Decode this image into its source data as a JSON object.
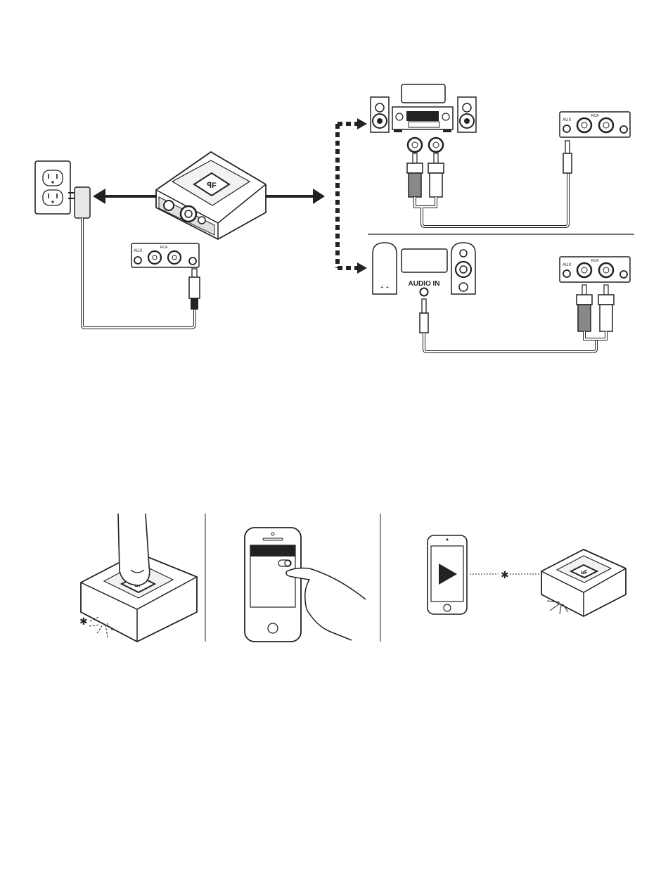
{
  "labels": {
    "aux": "AUX",
    "rca": "RCA",
    "audio_in": "AUDIO IN"
  },
  "icons": [
    "wall-outlet-icon",
    "power-adapter-icon",
    "bluetooth-receiver-icon",
    "stereo-system-icon",
    "computer-speakers-icon",
    "rca-cable-icon",
    "aux-cable-icon",
    "finger-press-icon",
    "smartphone-icon",
    "bluetooth-icon",
    "play-icon",
    "led-flash-icon"
  ],
  "colors": {
    "line": "#222222",
    "fill_light": "#f4f4f4",
    "fill_mid": "#cfcfcf",
    "fill_dark": "#2a2a2a"
  }
}
